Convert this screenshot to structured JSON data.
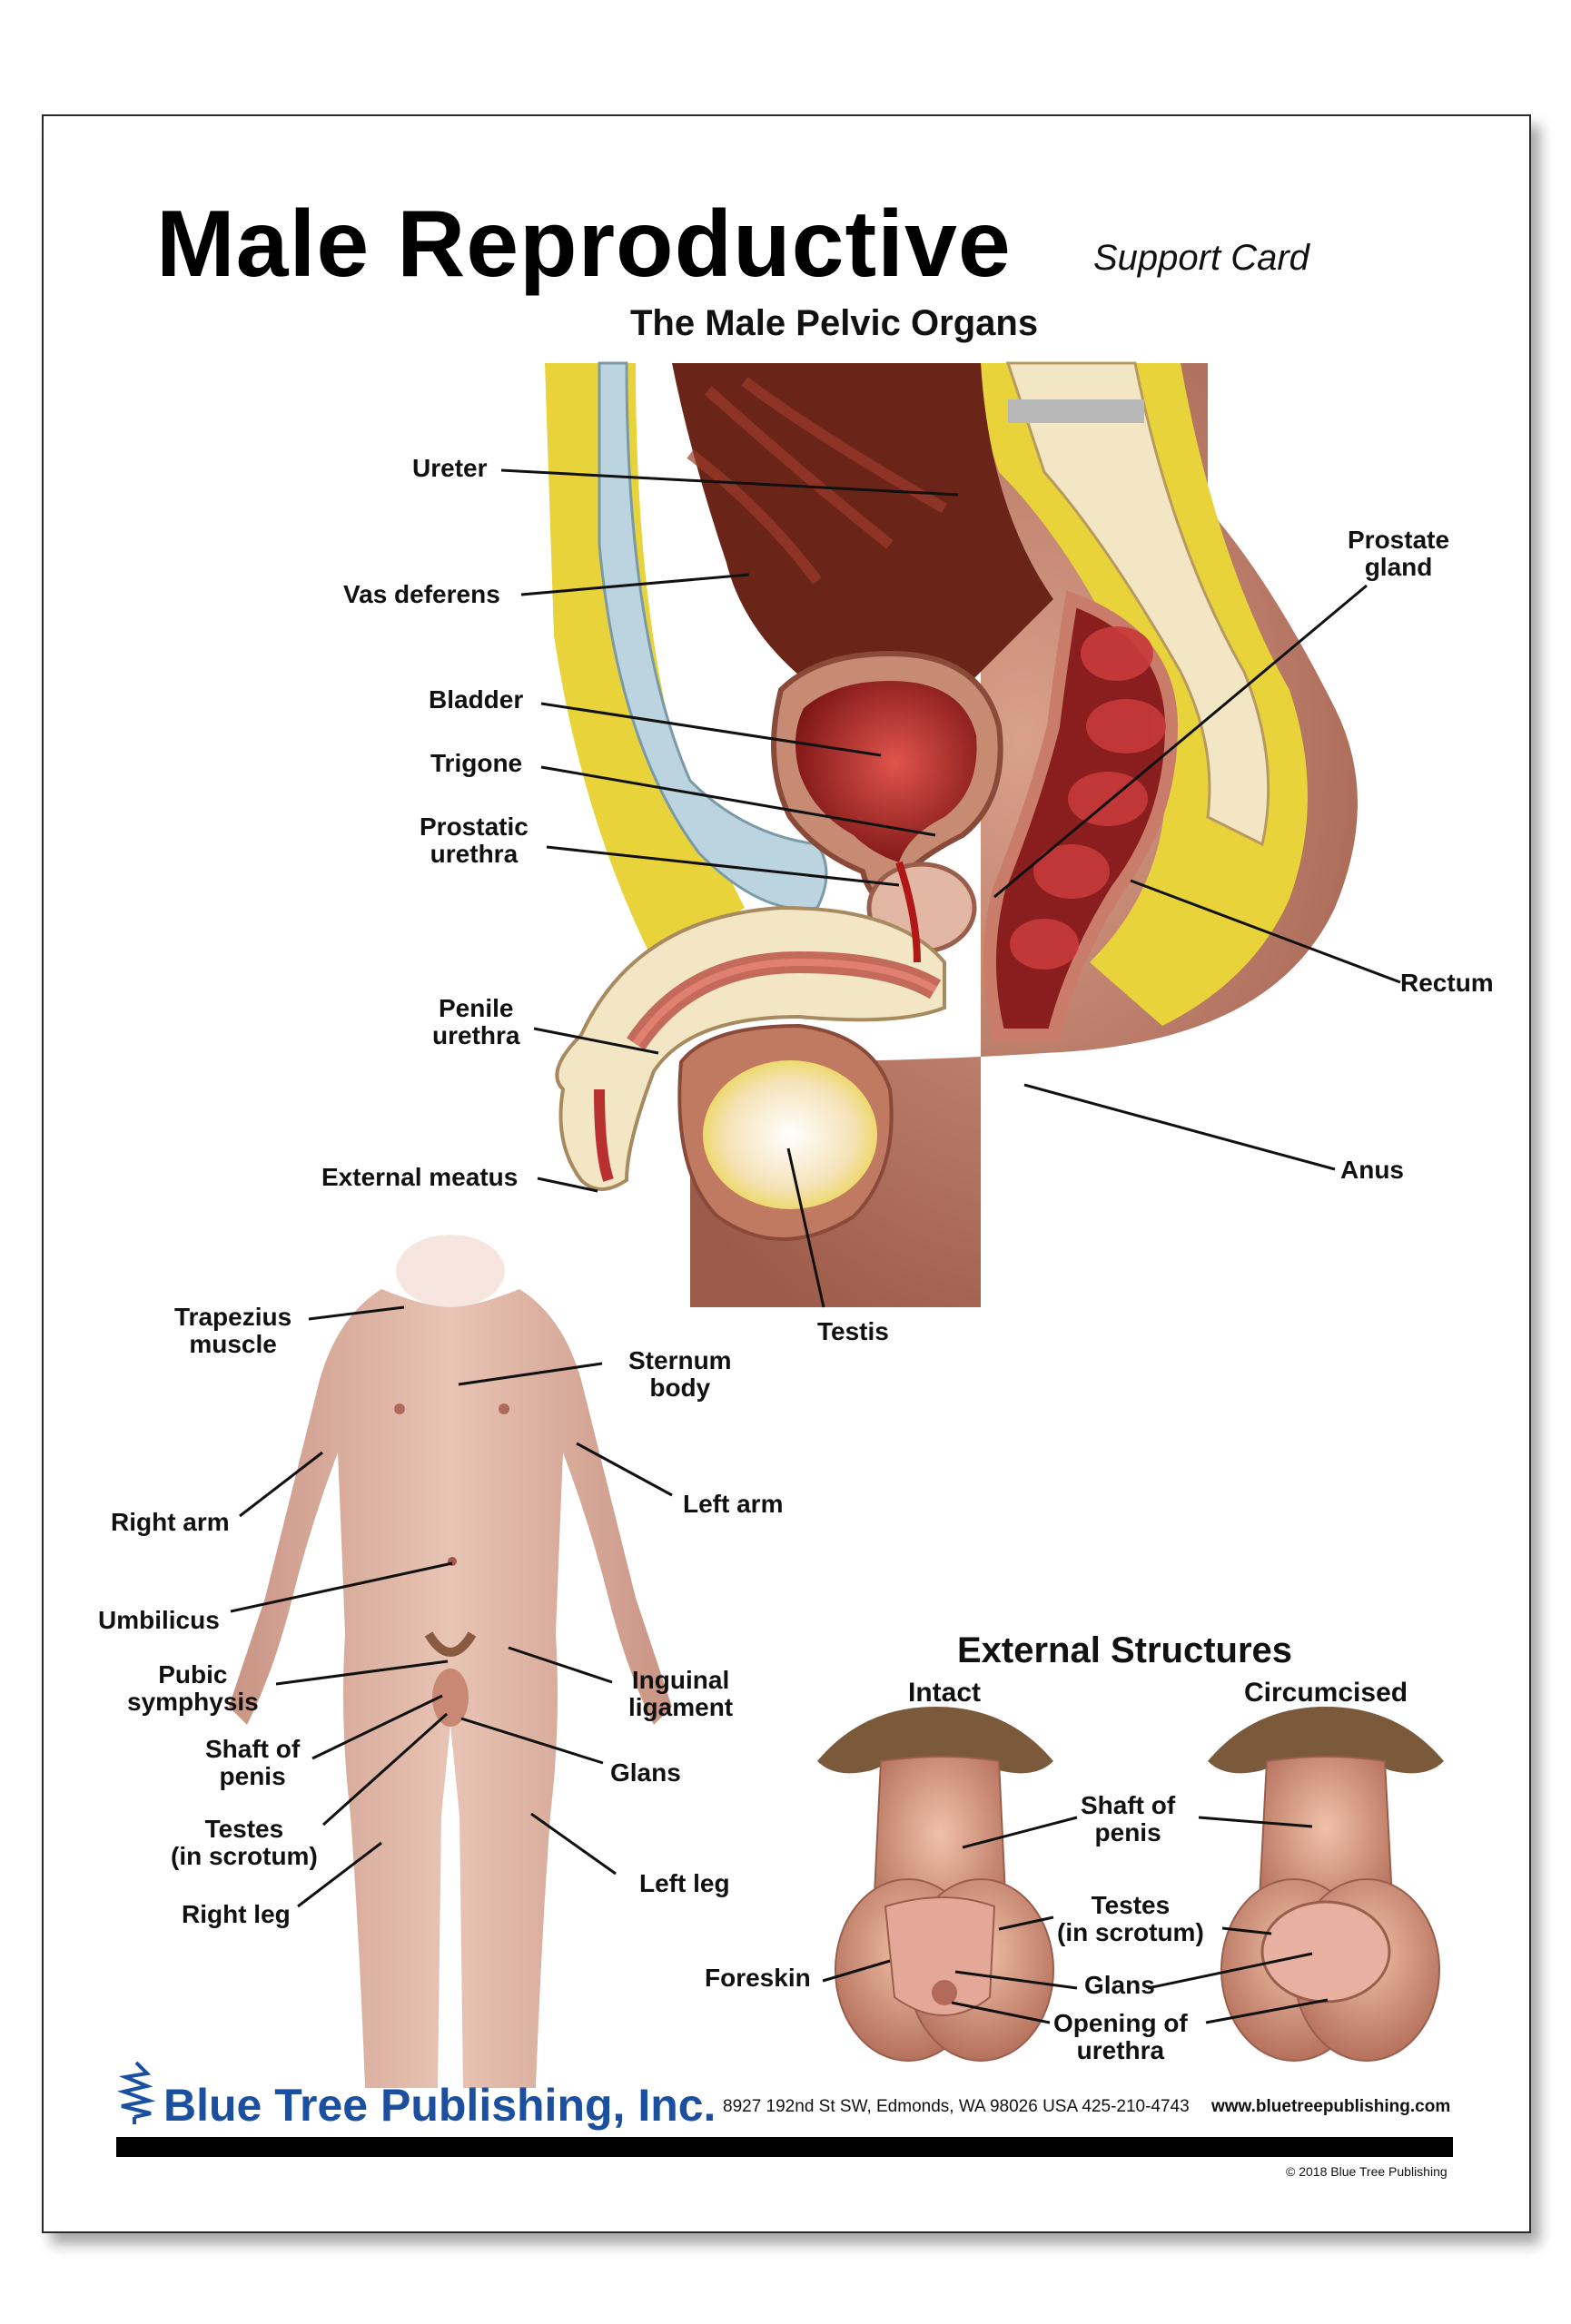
{
  "header": {
    "title": "Male Reproductive",
    "card_label": "Support Card"
  },
  "pelvic": {
    "section_title": "The Male Pelvic Organs",
    "labels": {
      "ureter": "Ureter",
      "vas_deferens": "Vas deferens",
      "bladder": "Bladder",
      "trigone": "Trigone",
      "prostatic_urethra": "Prostatic\nurethra",
      "penile_urethra": "Penile\nurethra",
      "external_meatus": "External meatus",
      "prostate_gland": "Prostate\ngland",
      "rectum": "Rectum",
      "anus": "Anus",
      "testis": "Testis"
    }
  },
  "body": {
    "labels": {
      "trapezius": "Trapezius\nmuscle",
      "sternum": "Sternum\nbody",
      "right_arm": "Right arm",
      "left_arm": "Left arm",
      "umbilicus": "Umbilicus",
      "pubic_symphysis": "Pubic\nsymphysis",
      "inguinal_ligament": "Inguinal\nligament",
      "shaft_of_penis": "Shaft of\npenis",
      "glans": "Glans",
      "testes": "Testes\n(in scrotum)",
      "left_leg": "Left leg",
      "right_leg": "Right leg"
    }
  },
  "external": {
    "section_title": "External Structures",
    "intact": "Intact",
    "circumcised": "Circumcised",
    "labels": {
      "shaft_of_penis": "Shaft of\npenis",
      "testes": "Testes\n(in scrotum)",
      "foreskin": "Foreskin",
      "glans": "Glans",
      "opening_of_urethra": "Opening of\nurethra"
    }
  },
  "footer": {
    "brand": "Blue Tree Publishing, Inc.",
    "address": "8927 192nd St SW, Edmonds, WA 98026 USA 425-210-4743",
    "website": "www.bluetreepublishing.com",
    "copyright": "© 2018 Blue Tree Publishing"
  },
  "colors": {
    "brand_blue": "#1b4fa0",
    "skin": "#c78a72",
    "fat_yellow": "#e8d33a",
    "bladder_red": "#a82a2a"
  }
}
